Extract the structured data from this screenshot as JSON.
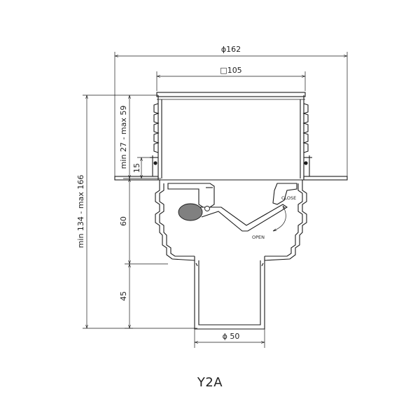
{
  "dimensions": {
    "outer_diameter": "ϕ162",
    "grate_square": "□105",
    "outlet_diameter": "ϕ 50",
    "adjust_range": "min 27 - max 59",
    "total_height": "min 134 - max 166",
    "flange_15": "15",
    "body_60": "60",
    "outlet_45": "45"
  },
  "labels": {
    "close": "CLOSE",
    "open": "OPEN"
  },
  "caption": "Y2A"
}
